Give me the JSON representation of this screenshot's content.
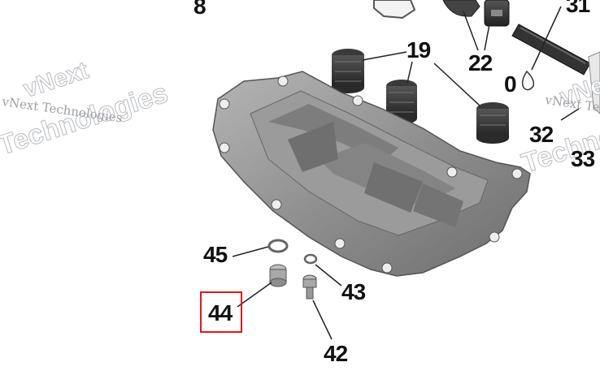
{
  "diagram": {
    "callouts": [
      {
        "id": "8",
        "label": "8"
      },
      {
        "id": "31",
        "label": "31"
      },
      {
        "id": "19",
        "label": "19"
      },
      {
        "id": "22",
        "label": "22"
      },
      {
        "id": "0",
        "label": "0"
      },
      {
        "id": "32",
        "label": "32"
      },
      {
        "id": "33",
        "label": "33"
      },
      {
        "id": "45",
        "label": "45"
      },
      {
        "id": "43",
        "label": "43"
      },
      {
        "id": "44",
        "label": "44"
      },
      {
        "id": "42",
        "label": "42"
      }
    ],
    "selected_callout": "44",
    "highlight_color": "#e0181e"
  },
  "watermark": {
    "brand_line1": "vNext",
    "brand_line2": "Technologies",
    "caption": "vNext Technologies"
  }
}
